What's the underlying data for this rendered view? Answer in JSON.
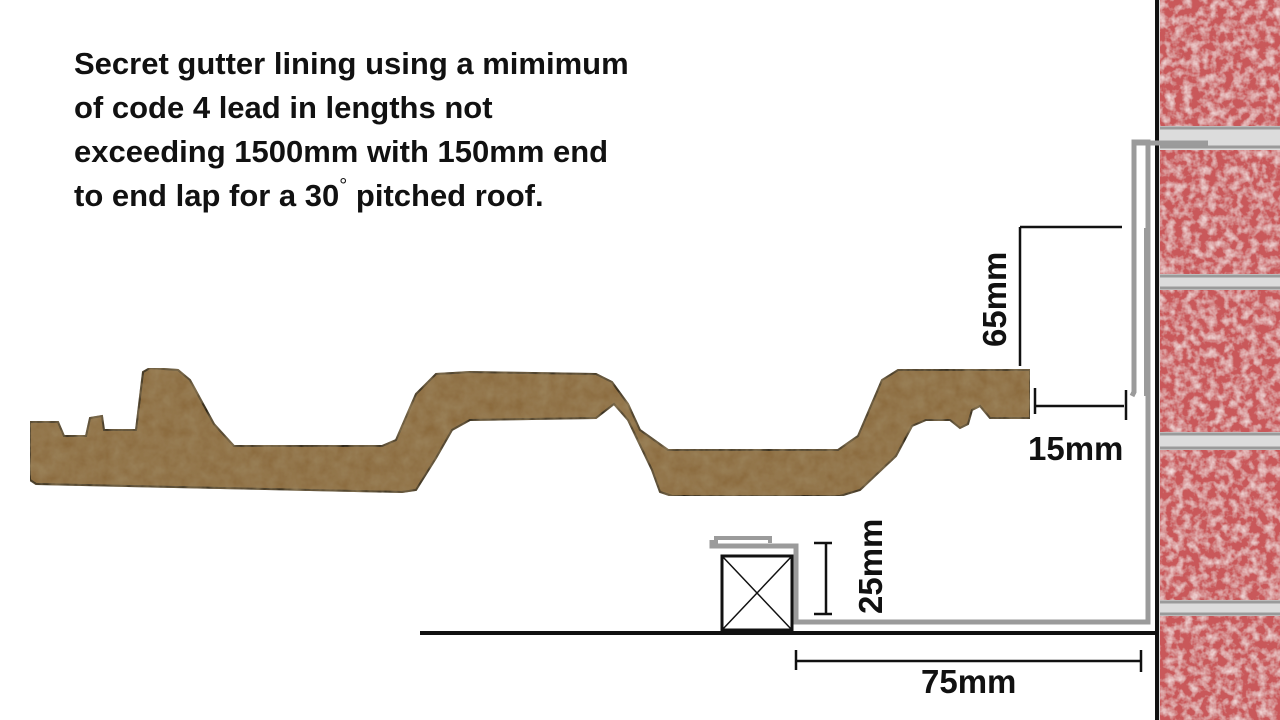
{
  "caption": {
    "line1": "Secret gutter lining using a mimimum",
    "line2": "of code 4 lead in lengths not",
    "line3": "exceeding 1500mm with 150mm end",
    "line4_pre": "to end lap for a 30",
    "degree_symbol": "°",
    "line4_post": " pitched roof."
  },
  "dimensions": {
    "upstand": "65mm",
    "gap": "15mm",
    "fillet": "25mm",
    "gutter_width": "75mm"
  },
  "colors": {
    "brick": "#c9585a",
    "mortar": "#9a9a9a",
    "tile": "#8b6a3c",
    "lead": "#9b9b9b",
    "line": "#111111"
  }
}
